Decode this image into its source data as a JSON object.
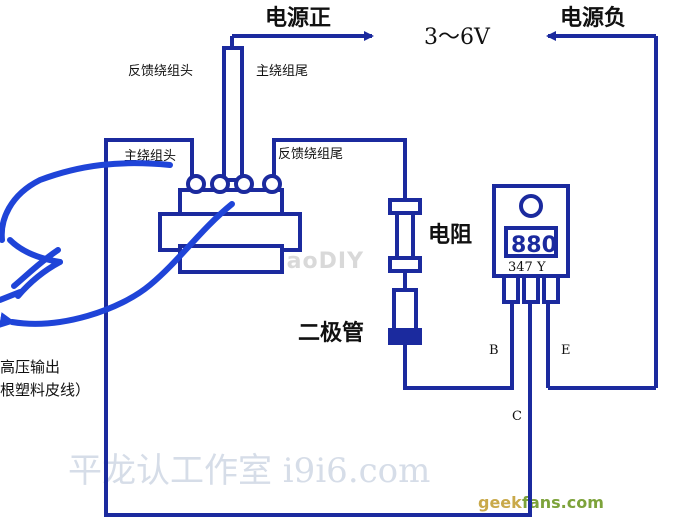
{
  "labels": {
    "power_positive": "电源正",
    "power_negative": "电源负",
    "voltage": "3～6V",
    "feedback_winding_head": "反馈绕组头",
    "main_winding_tail": "主绕组尾",
    "main_winding_head": "主绕组头",
    "feedback_winding_tail": "反馈绕组尾",
    "resistor": "电阻",
    "diode": "二极管",
    "hv_output_line1": "高压输出",
    "hv_output_line2": "根塑料皮线）",
    "pin_b": "B",
    "pin_e": "E",
    "pin_c": "C"
  },
  "transistor": {
    "model": "880",
    "code": "347 Y"
  },
  "watermarks": {
    "main": "平龙认工作室 i9i6.com",
    "site_left": "geek",
    "site_right": "fans.com",
    "center_mark": "haoDIY"
  },
  "colors": {
    "wire": "#1b2a9e",
    "hv_wire": "#1f44d8",
    "component_fill": "#ffffff",
    "text": "#111111"
  }
}
